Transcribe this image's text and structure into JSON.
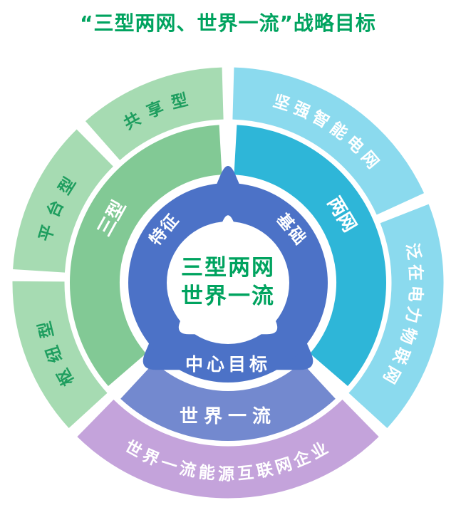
{
  "title": "“三型两网、世界一流”战略目标",
  "colors": {
    "title": "#00A35F",
    "center_text": "#00A35F",
    "inner_band": "#4C72C7",
    "white": "#FFFFFF"
  },
  "center": {
    "line1": "三型两网",
    "line2": "世界一流"
  },
  "inner_ring": {
    "color": "#4C72C7",
    "labels": {
      "left": "特征",
      "right": "基础",
      "bottom": "中心目标"
    }
  },
  "middle_ring": {
    "segments": [
      {
        "id": "three-types",
        "label": "三型",
        "color": "#82C995",
        "text_color": "#FFFFFF"
      },
      {
        "id": "two-networks",
        "label": "两网",
        "color": "#2EB6D8",
        "text_color": "#FFFFFF"
      },
      {
        "id": "world-class",
        "label": "世界一流",
        "color": "#7389CF",
        "text_color": "#FFFFFF"
      }
    ]
  },
  "outer_ring": {
    "segments": [
      {
        "id": "hub-type",
        "label": "枢纽型",
        "color": "#A6DBB2",
        "text_color": "#1E9E5F"
      },
      {
        "id": "platform-type",
        "label": "平台型",
        "color": "#A6DBB2",
        "text_color": "#1E9E5F"
      },
      {
        "id": "sharing-type",
        "label": "共享型",
        "color": "#A6DBB2",
        "text_color": "#1E9E5F"
      },
      {
        "id": "strong-smart-grid",
        "label": "坚强智能电网",
        "color": "#8BDAEE",
        "text_color": "#FFFFFF"
      },
      {
        "id": "ubiquitous-power-iot",
        "label": "泛在电力物联网",
        "color": "#8BDAEE",
        "text_color": "#FFFFFF"
      },
      {
        "id": "world-class-energy-enterprise",
        "label": "世界一流能源互联网企业",
        "color": "#C4A3DB",
        "text_color": "#FFFFFF"
      }
    ]
  }
}
